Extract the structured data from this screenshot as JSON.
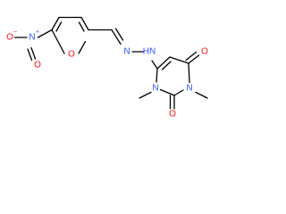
{
  "molecule": {
    "atoms": {
      "furan_o": {
        "text": "O",
        "color": "#ff0d0d"
      },
      "nitro_n": {
        "text": "N",
        "color": "#3050f8"
      },
      "nitro_n_charge": {
        "text": "+",
        "color": "#3050f8"
      },
      "nitro_o_top": {
        "text": "O",
        "color": "#ff0d0d"
      },
      "nitro_o_top_charge": {
        "text": "−",
        "color": "#ff0d0d"
      },
      "nitro_o_bottom": {
        "text": "O",
        "color": "#ff0d0d"
      },
      "imine_n": {
        "text": "N",
        "color": "#3050f8"
      },
      "hydrazine_nh": {
        "text": "HN",
        "color": "#3050f8"
      },
      "ring_n1": {
        "text": "N",
        "color": "#3050f8"
      },
      "ring_n3": {
        "text": "N",
        "color": "#3050f8"
      },
      "carbonyl_o4": {
        "text": "O",
        "color": "#ff0d0d"
      },
      "carbonyl_o2": {
        "text": "O",
        "color": "#ff0d0d"
      }
    },
    "colors": {
      "bond": "#000000",
      "background": "#ffffff"
    }
  }
}
